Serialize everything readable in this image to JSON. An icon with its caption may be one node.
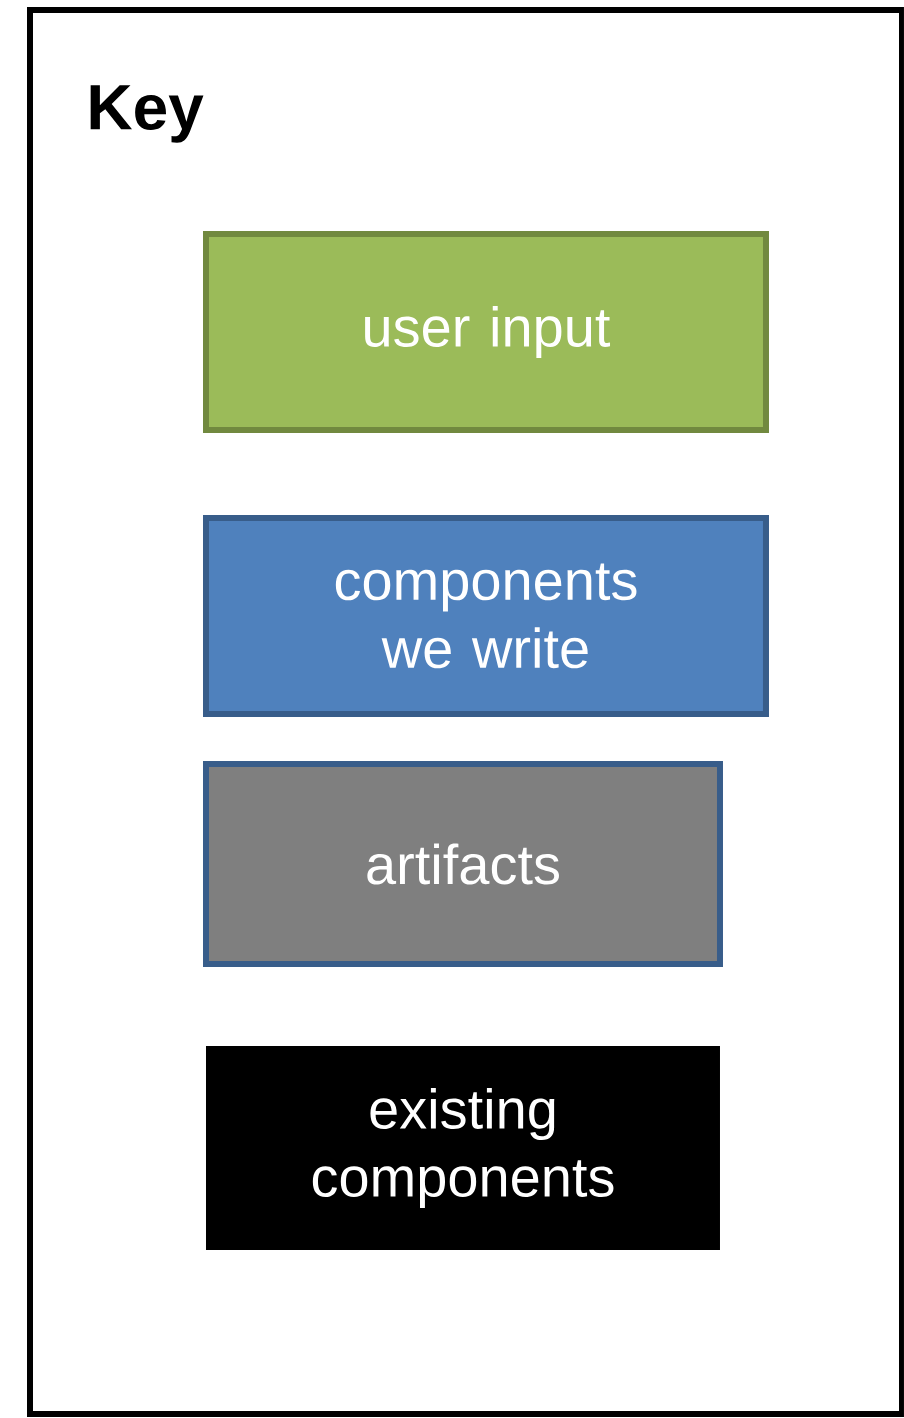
{
  "diagram": {
    "title": "Key",
    "legend": [
      {
        "text": "user input",
        "color": "#9bbb59"
      },
      {
        "text": "components we write",
        "color": "#4f81bd"
      },
      {
        "text": "artifacts",
        "color": "#7f7f7f"
      },
      {
        "text": "existing components",
        "color": "#000000"
      }
    ]
  }
}
